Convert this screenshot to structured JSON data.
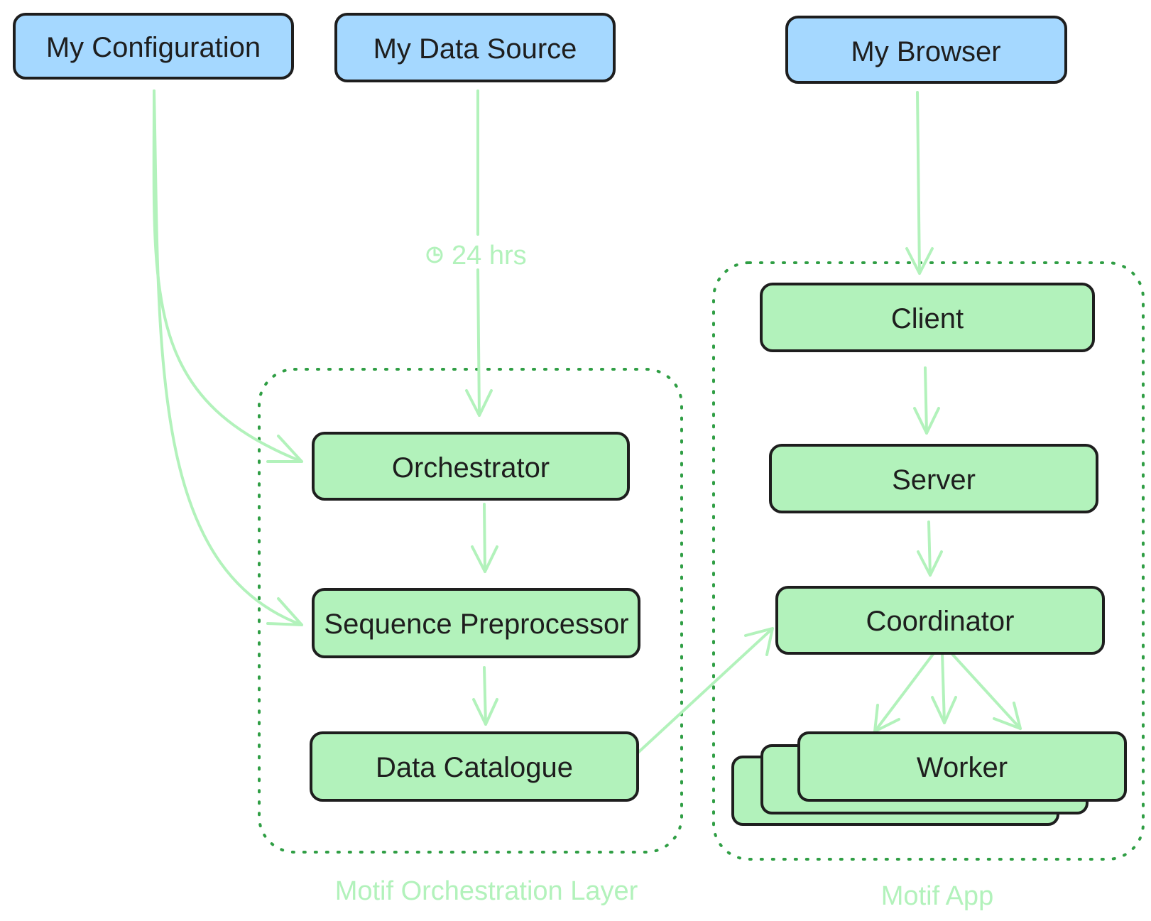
{
  "nodes": {
    "my_configuration": "My Configuration",
    "my_data_source": "My Data Source",
    "my_browser": "My Browser",
    "orchestrator": "Orchestrator",
    "sequence_preprocessor": "Sequence Preprocessor",
    "data_catalogue": "Data Catalogue",
    "client": "Client",
    "server": "Server",
    "coordinator": "Coordinator",
    "worker": "Worker"
  },
  "edge_labels": {
    "schedule": "24 hrs",
    "schedule_icon": "clock-icon"
  },
  "groups": {
    "orchestration_layer": "Motif Orchestration Layer",
    "app": "Motif App"
  },
  "colors": {
    "external_fill": "#a5d8ff",
    "component_fill": "#b2f2bb",
    "stroke": "#1e1e1e",
    "arrow": "#b2f2bb",
    "group_border": "#2f9e44"
  }
}
